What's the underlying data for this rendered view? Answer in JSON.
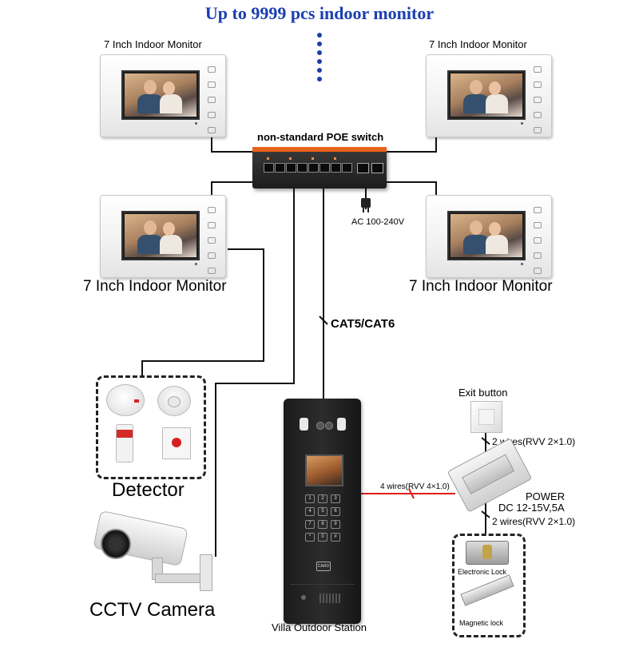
{
  "title": "Up to 9999 pcs indoor monitor",
  "labels": {
    "monitor_top_left": "7 Inch Indoor Monitor",
    "monitor_top_right": "7 Inch Indoor Monitor",
    "monitor_mid_left": "7 Inch Indoor Monitor",
    "monitor_mid_right": "7 Inch Indoor Monitor",
    "switch": "non-standard POE switch",
    "power_input": "AC 100-240V",
    "cable": "CAT5/CAT6",
    "detector": "Detector",
    "cctv": "CCTV Camera",
    "outdoor_station": "Villa Outdoor Station",
    "exit_button": "Exit button",
    "wires_exit": "2 wires(RVV 2×1.0)",
    "wires_outdoor": "4 wires(RVV 4×1.0)",
    "power_title": "POWER",
    "power_spec": "DC 12-15V,5A",
    "wires_lock": "2 wires(RVV 2×1.0)",
    "electronic_lock": "Electronic Lock",
    "magnetic_lock": "Magnetic lock",
    "keypad_card": "CARD"
  },
  "keypad": [
    "1",
    "2",
    "3",
    "4",
    "5",
    "6",
    "7",
    "8",
    "9",
    "*",
    "0",
    "#"
  ],
  "colors": {
    "title": "#1a3fb0",
    "wire": "#111111",
    "highlight_wire": "#e01c1c",
    "switch_accent": "#e8631c"
  }
}
